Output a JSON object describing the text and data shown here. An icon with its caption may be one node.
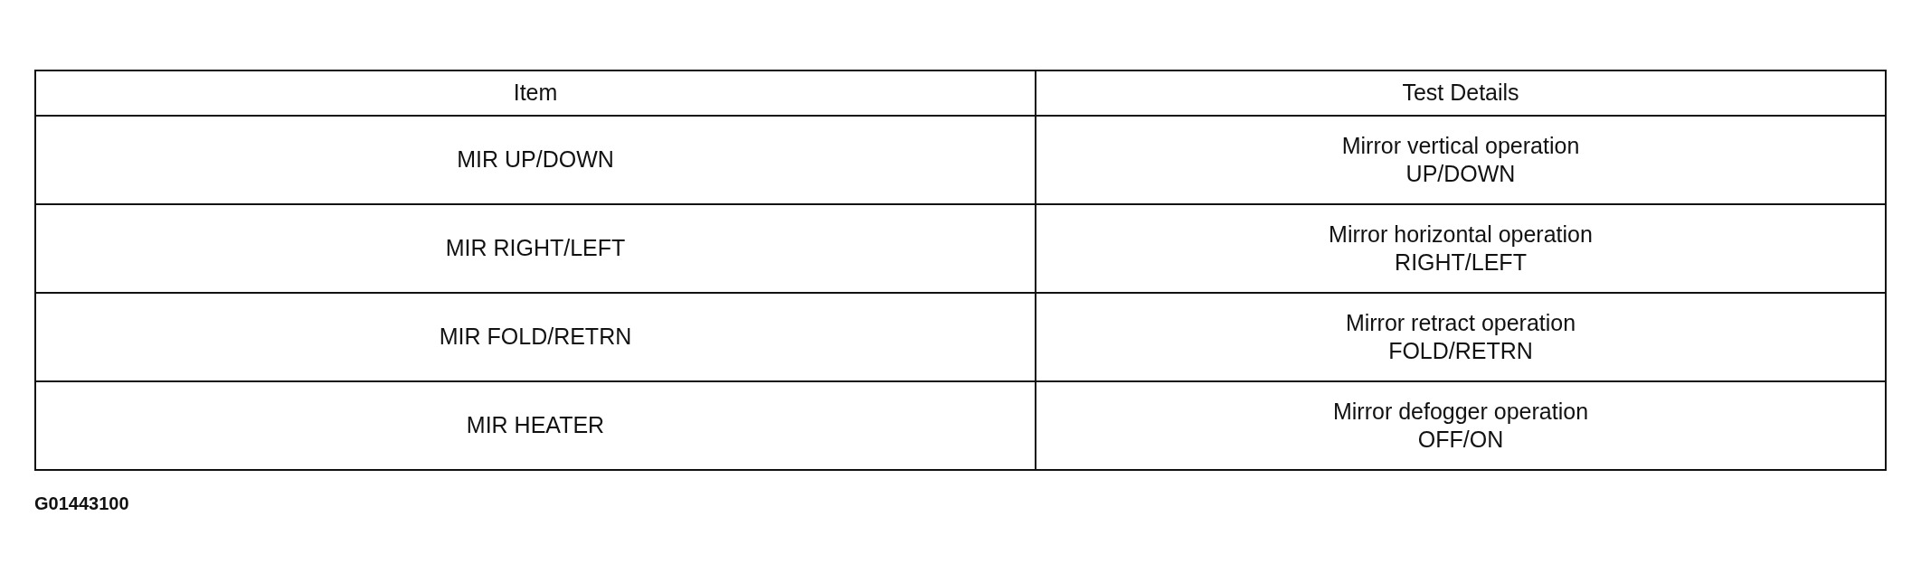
{
  "diagram": {
    "labels": [
      "Item",
      "Test Details",
      "MIR UP/DOWN",
      "Mirror vertical operation",
      "UP/DOWN",
      "MIR RIGHT/LEFT",
      "Mirror horizontal operation",
      "RIGHT/LEFT",
      "MIR FOLD/RETRN",
      "Mirror retract operation",
      "FOLD/RETRN",
      "MIR HEATER",
      "Mirror defogger operation",
      "OFF/ON",
      "G01443100"
    ]
  }
}
